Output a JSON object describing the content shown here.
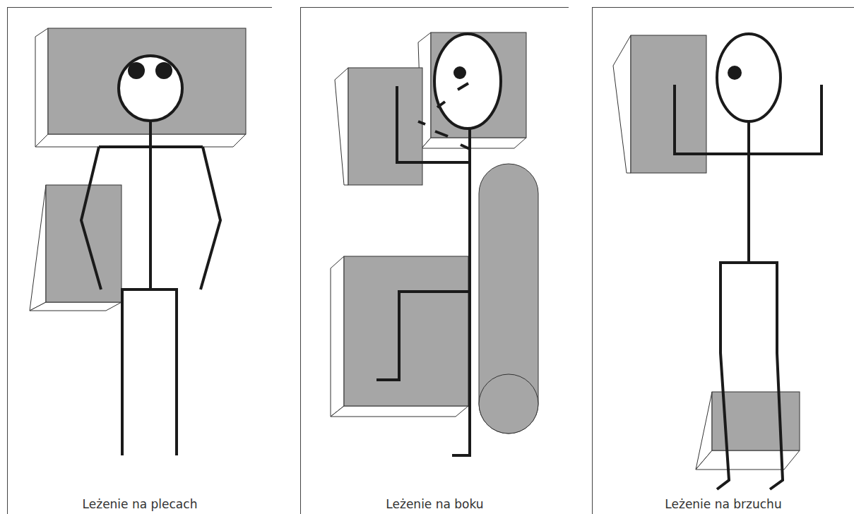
{
  "diagram": {
    "nodes": [
      {
        "text": [
          "Leżenie na plecach"
        ]
      },
      {
        "text": [
          "Leżenie na boku"
        ]
      },
      {
        "text": [
          "Leżenie na brzuchu"
        ]
      }
    ]
  }
}
